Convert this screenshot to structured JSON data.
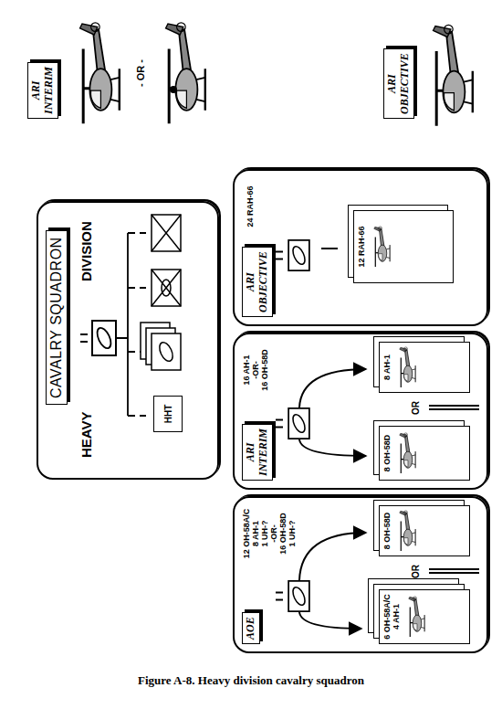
{
  "diagram": {
    "caption": "Figure A-8. Heavy division cavalry squadron",
    "nodes": [
      {
        "text": [
          "HEAVY",
          "DIVISION"
        ]
      },
      {
        "text": [
          "CAVALRY SQUADRON"
        ],
        "in": 0
      },
      {
        "text": [
          "HHT"
        ],
        "in": 0
      },
      {
        "text": [
          "ARI INTERIM"
        ]
      },
      {
        "text": [
          "ARI OBJECTIVE"
        ]
      },
      {
        "text": [
          "12 OH-58A/C",
          "8 AH-1",
          "1 UH-?",
          "-OR-",
          "16 OH-58D",
          "1 UH-?"
        ]
      },
      {
        "text": [
          "AOE"
        ],
        "in": 5
      },
      {
        "text": [
          "6 OH-58A/C",
          "4 AH-1"
        ],
        "in": 5
      },
      {
        "text": [
          "8 OH-58D"
        ],
        "in": 5
      },
      {
        "text": [
          "16 AH-1",
          "-OR-",
          "16 OH-58D"
        ]
      },
      {
        "text": [
          "ARI INTERIM"
        ],
        "in": 9
      },
      {
        "text": [
          "8 OH-58D"
        ],
        "in": 9
      },
      {
        "text": [
          "8 AH-1"
        ],
        "in": 9
      },
      {
        "text": [
          "24 RAH-66"
        ]
      },
      {
        "text": [
          "ARI OBJECTIVE"
        ],
        "in": 13
      },
      {
        "text": [
          "12 RAH-66"
        ],
        "in": 13
      }
    ],
    "labels": [
      "- OR -",
      "OR",
      "OR"
    ]
  }
}
